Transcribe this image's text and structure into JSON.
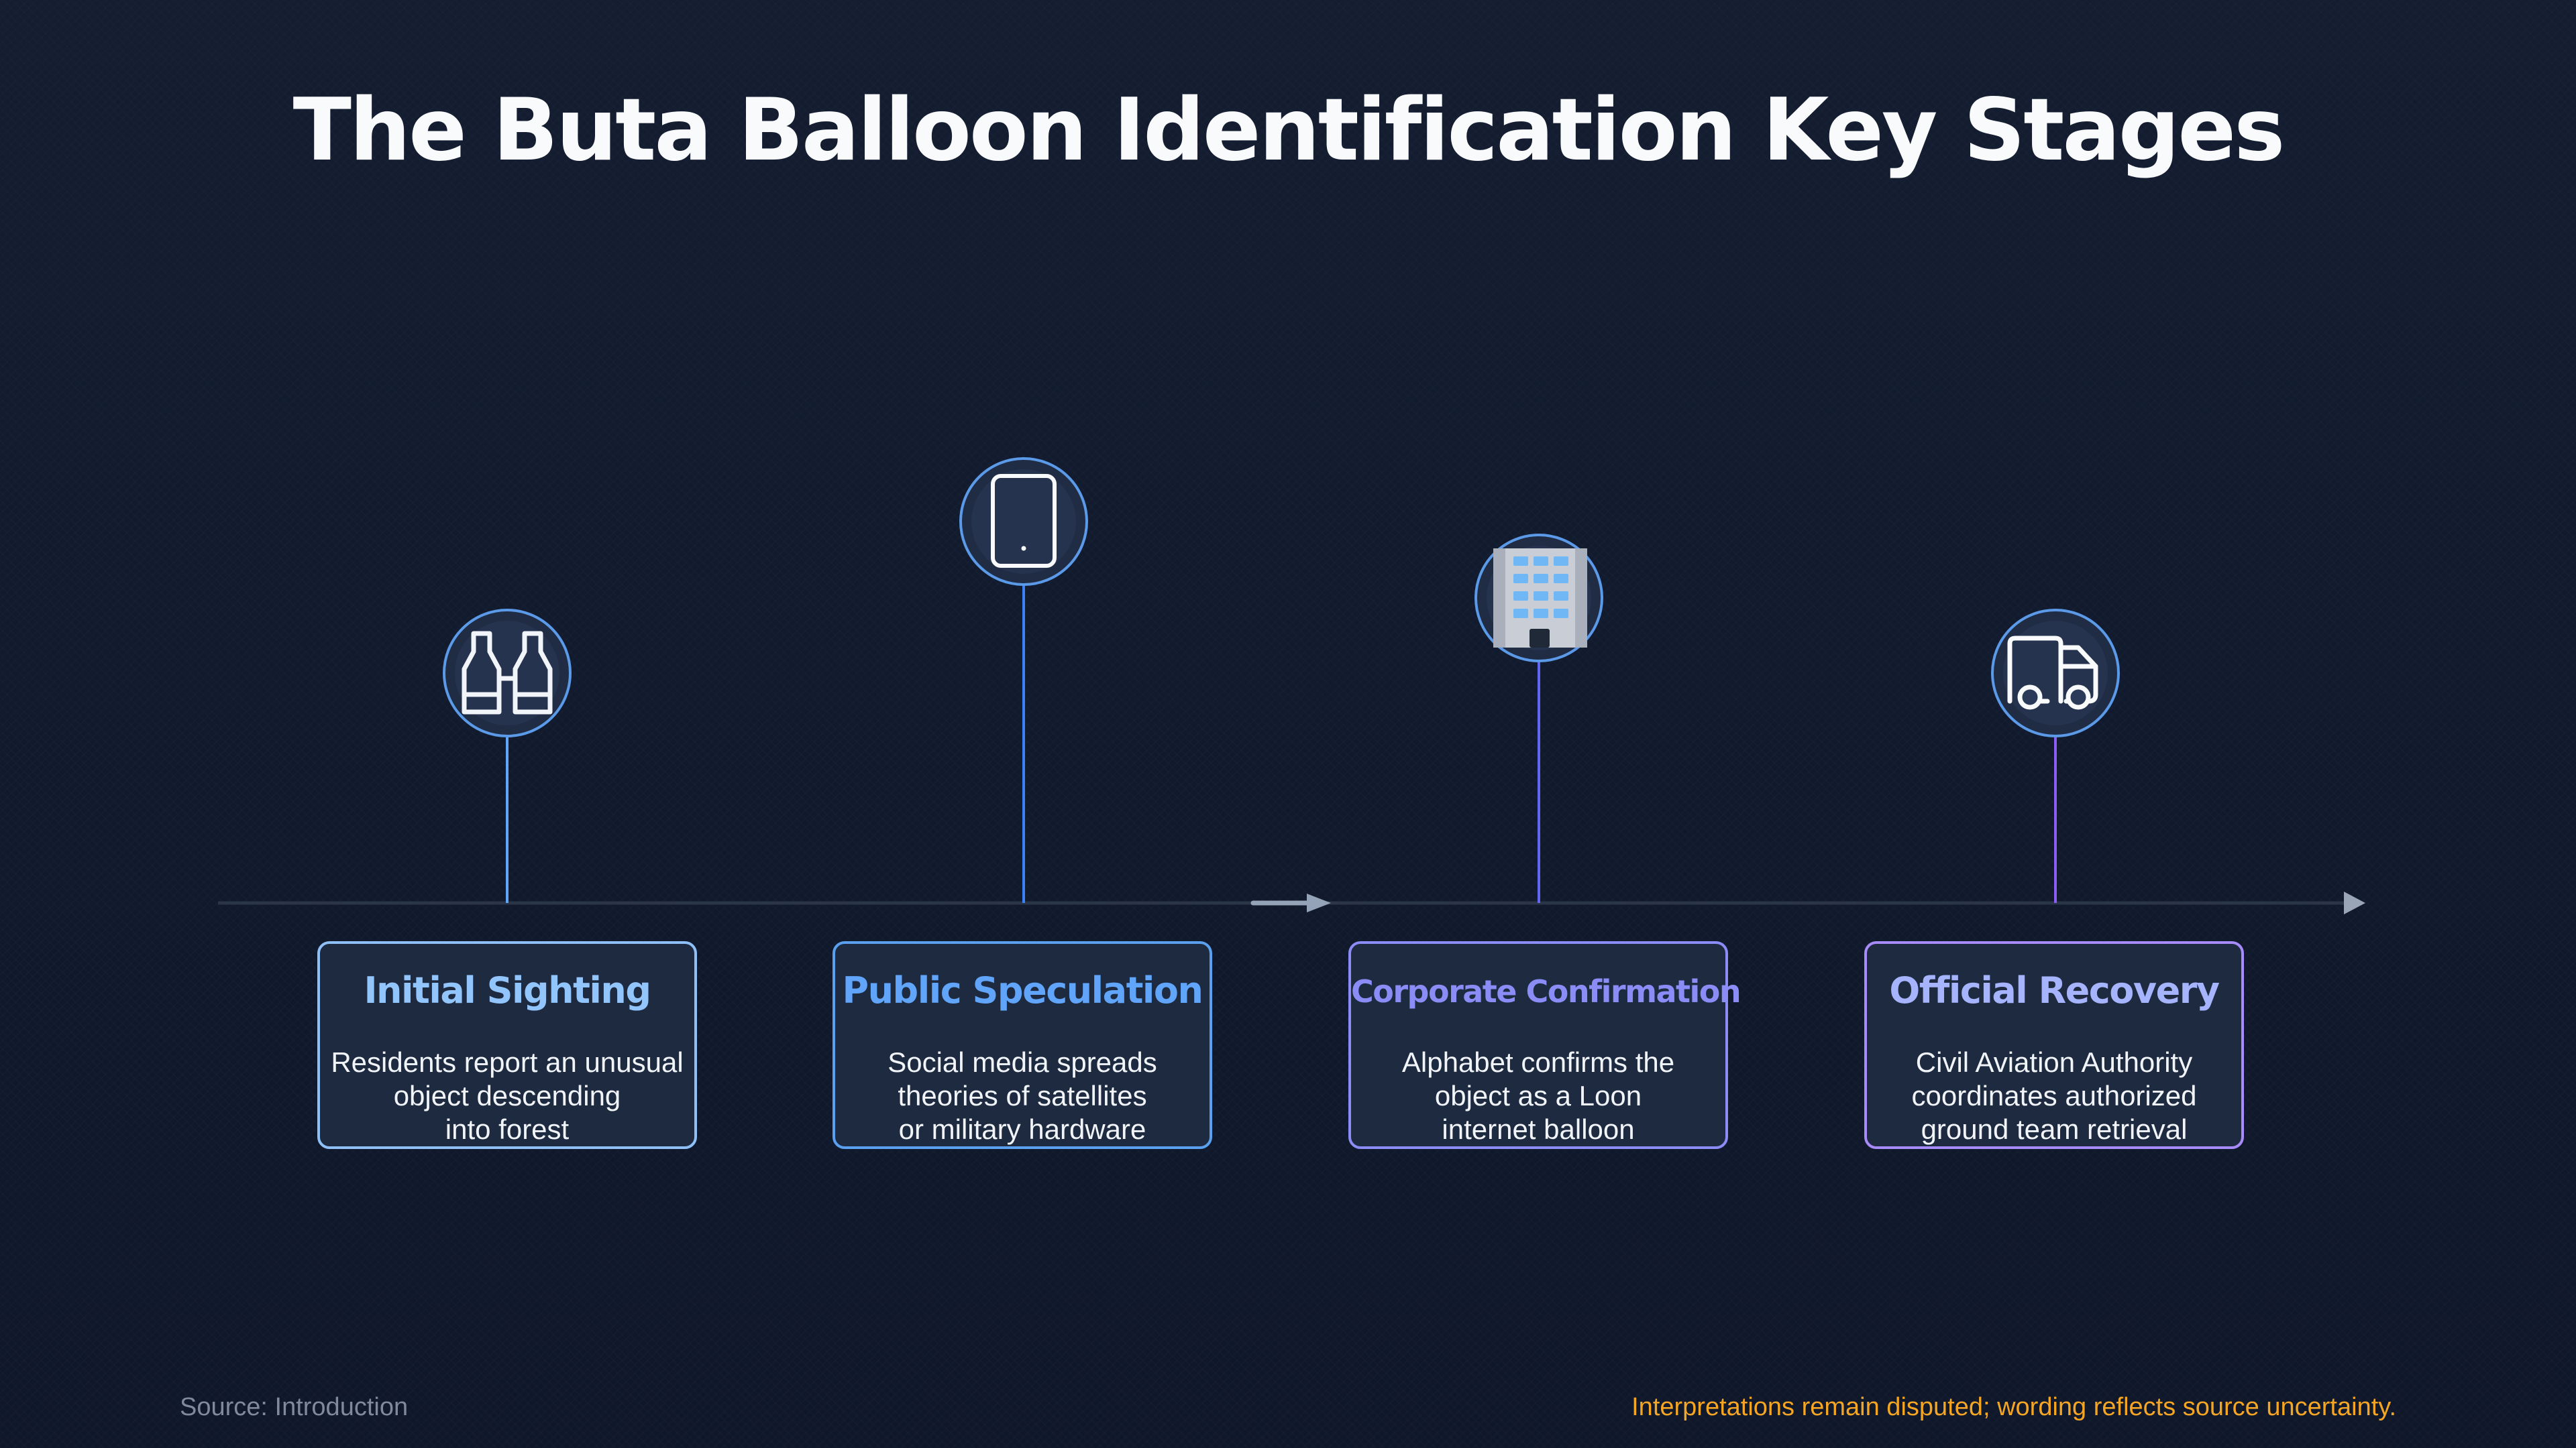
{
  "title": "The Buta Balloon Identification Key Stages",
  "stages": [
    {
      "title": "Initial Sighting",
      "description": "Residents report an unusual\nobject descending\ninto forest",
      "icon": "binoculars-icon",
      "color": "#93c5fd"
    },
    {
      "title": "Public Speculation",
      "description": "Social media spreads\ntheories of satellites\nor military hardware",
      "icon": "tablet-icon",
      "color": "#60a5fa"
    },
    {
      "title": "Corporate Confirmation",
      "description": "Alphabet confirms the\nobject as a Loon\ninternet balloon",
      "icon": "office-building-icon",
      "color": "#8b8cf6"
    },
    {
      "title": "Official Recovery",
      "description": "Civil Aviation Authority\ncoordinates authorized\nground team retrieval",
      "icon": "delivery-truck-icon",
      "color": "#a5b4fc"
    }
  ],
  "footer": {
    "source": "Source: Introduction",
    "note": "Interpretations remain disputed; wording reflects source uncertainty."
  },
  "colors": {
    "background": "#111a2d",
    "axis": "#2a3548",
    "note": "#f5a524",
    "source": "#7f8a9e"
  }
}
